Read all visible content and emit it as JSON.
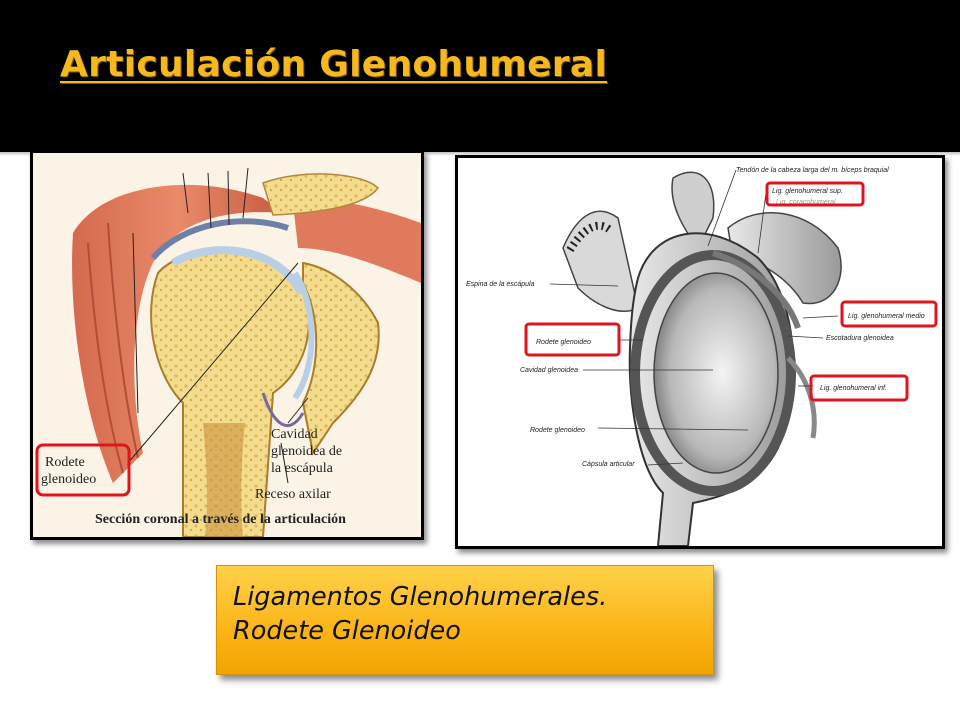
{
  "slide": {
    "title": "Articulación Glenohumeral",
    "colors": {
      "title": "#f5b81e",
      "header_bg": "#000000",
      "caption_bg": "#fbb417",
      "highlight": "#e0141c"
    }
  },
  "left_figure": {
    "labels": {
      "rodete_line1": "Rodete",
      "rodete_line2": "glenoideo",
      "cavidad_line1": "Cavidad",
      "cavidad_line2": "glenoidea de",
      "cavidad_line3": "la escápula",
      "receso": "Receso axilar",
      "caption": "Sección coronal a través de la articulación"
    }
  },
  "right_figure": {
    "labels": {
      "tendon": "Tendón de la cabeza larga del m. bíceps braquial",
      "lig_sup": "Lig. glenohumeral sup.",
      "lig_sup_shadow": "Lig. coracohumeral",
      "espina": "Espina de la escápula",
      "lig_medio": "Lig. glenohumeral medio",
      "escotadura": "Escotadura glenoidea",
      "rodete_1": "Rodete glenoideo",
      "cavidad": "Cavidad glenoidea",
      "lig_inf": "Lig. glenohumeral inf.",
      "rodete_2": "Rodete glenoideo",
      "capsula": "Cápsula articular"
    }
  },
  "caption_box": {
    "line1": "Ligamentos Glenohumerales.",
    "line2": "Rodete Glenoideo"
  }
}
